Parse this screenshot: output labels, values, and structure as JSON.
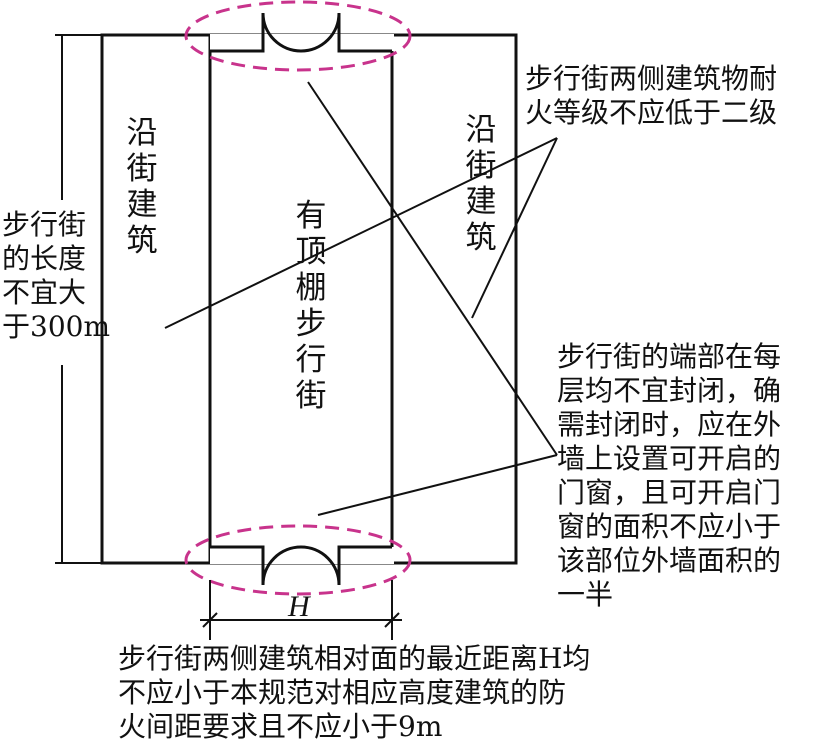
{
  "colors": {
    "line": "#111111",
    "highlight": "#c8338c",
    "background": "#ffffff"
  },
  "labels": {
    "left_building": "沿街建筑",
    "right_building": "沿街建筑",
    "center_street": "有顶棚步行街",
    "dimension_h": "H"
  },
  "notes": {
    "length_limit": "步行街\n的长度\n不宜大\n于300m",
    "fire_rating": "步行街两侧建筑物耐\n火等级不应低于二级",
    "ends_open": "步行街的端部在每\n层均不宜封闭，确\n需封闭时，应在外\n墙上设置可开启的\n门窗，且可开启门\n窗的面积不应小于\n该部位外墙面积的\n一半",
    "spacing": "步行街两侧建筑相对面的最近距离H均\n不应小于本规范对相应高度建筑的防\n火间距要求且不应小于9m"
  }
}
